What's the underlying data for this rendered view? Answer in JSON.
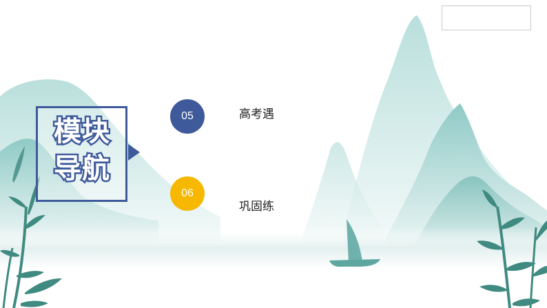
{
  "module": {
    "title_line1": "模块",
    "title_line2": "导航"
  },
  "items": [
    {
      "number": "05",
      "label": "高考遇",
      "color": "#3e5a9b"
    },
    {
      "number": "06",
      "label": "巩固练",
      "color": "#f6b800"
    }
  ],
  "colors": {
    "accent": "#3e5a9b",
    "highlight": "#f6b800",
    "mountain": "#a9d6d3",
    "bamboo": "#4a8f86"
  }
}
